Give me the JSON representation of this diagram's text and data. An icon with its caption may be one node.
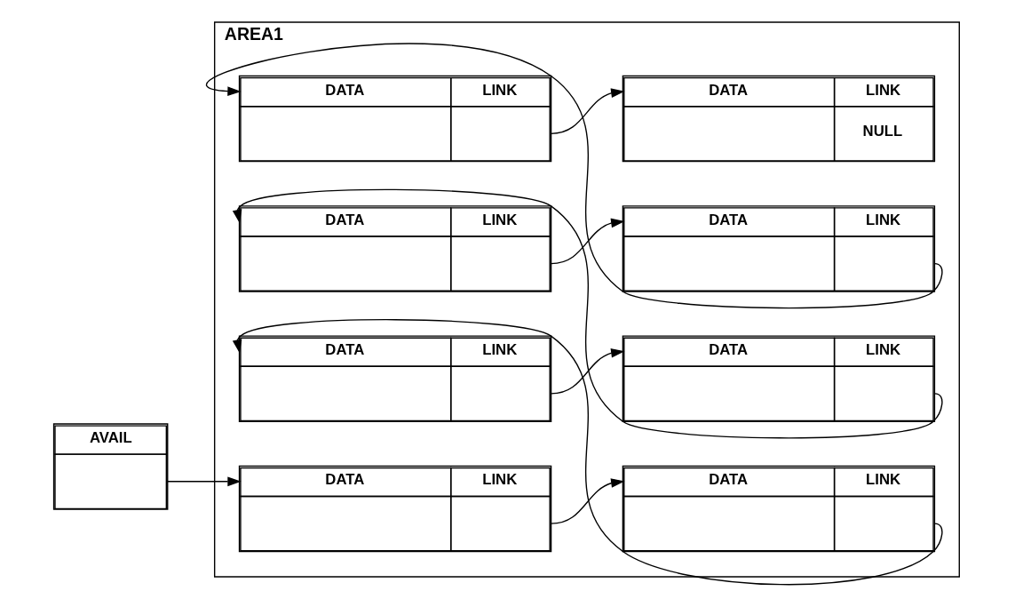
{
  "diagram": {
    "nodes": [
      {
        "text": [
          "AREA1"
        ]
      },
      {
        "text": [
          "AVAIL"
        ]
      },
      {
        "text": [
          "DATA",
          "LINK"
        ],
        "in": 0
      },
      {
        "text": [
          "DATA",
          "LINK"
        ],
        "in": 0
      },
      {
        "text": [
          "DATA",
          "LINK"
        ],
        "in": 0
      },
      {
        "text": [
          "DATA",
          "LINK"
        ],
        "in": 0
      },
      {
        "text": [
          "DATA",
          "LINK"
        ],
        "in": 0
      },
      {
        "text": [
          "DATA",
          "LINK"
        ],
        "in": 0
      },
      {
        "text": [
          "DATA",
          "LINK"
        ],
        "in": 0
      },
      {
        "text": [
          "DATA",
          "LINK",
          "NULL"
        ],
        "in": 0
      }
    ],
    "edges": [
      {
        "from": 1,
        "to": 2,
        "arrow": "to"
      },
      {
        "from": 2,
        "to": 3,
        "arrow": "to"
      },
      {
        "from": 3,
        "to": 4,
        "arrow": "to"
      },
      {
        "from": 4,
        "to": 5,
        "arrow": "to"
      },
      {
        "from": 5,
        "to": 6,
        "arrow": "to"
      },
      {
        "from": 6,
        "to": 7,
        "arrow": "to"
      },
      {
        "from": 7,
        "to": 8,
        "arrow": "to"
      },
      {
        "from": 8,
        "to": 9,
        "arrow": "to"
      }
    ]
  }
}
